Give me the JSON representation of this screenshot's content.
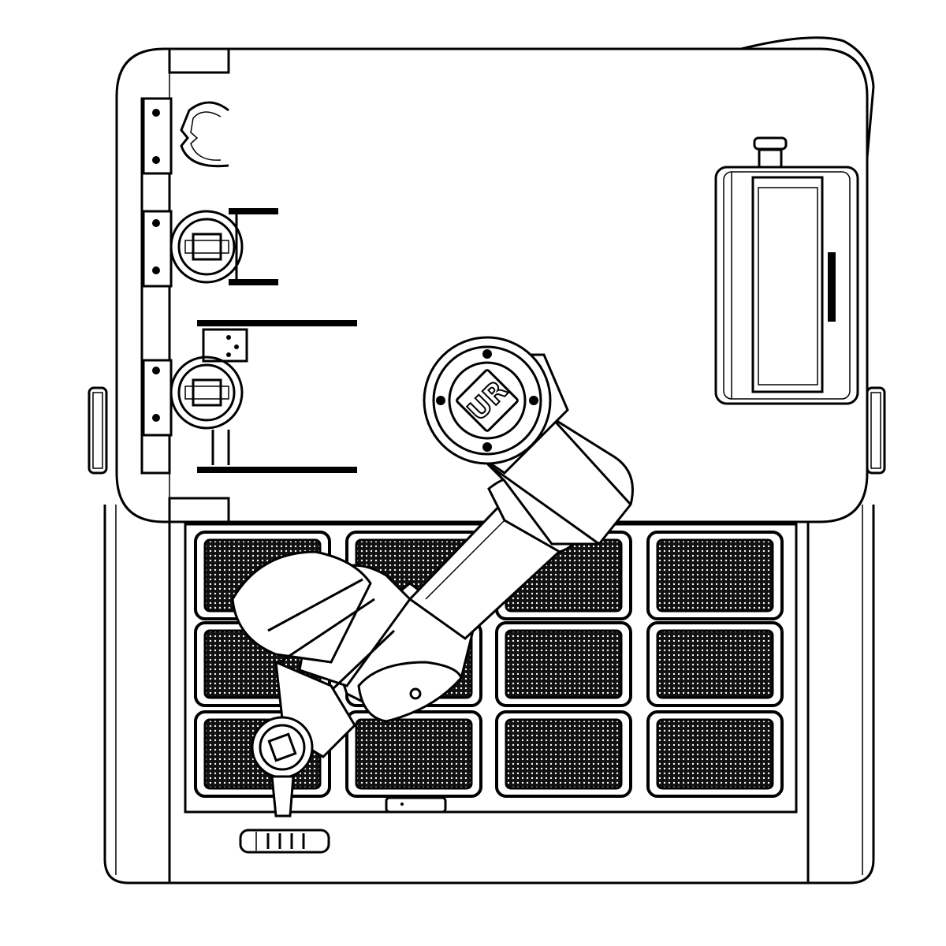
{
  "drawing": {
    "subject": "robot-cell-top-view",
    "robot_logo": "UR",
    "colors": {
      "line": "#000000",
      "background": "#ffffff"
    },
    "tray_grid": {
      "columns": 4,
      "rows": 3
    }
  }
}
